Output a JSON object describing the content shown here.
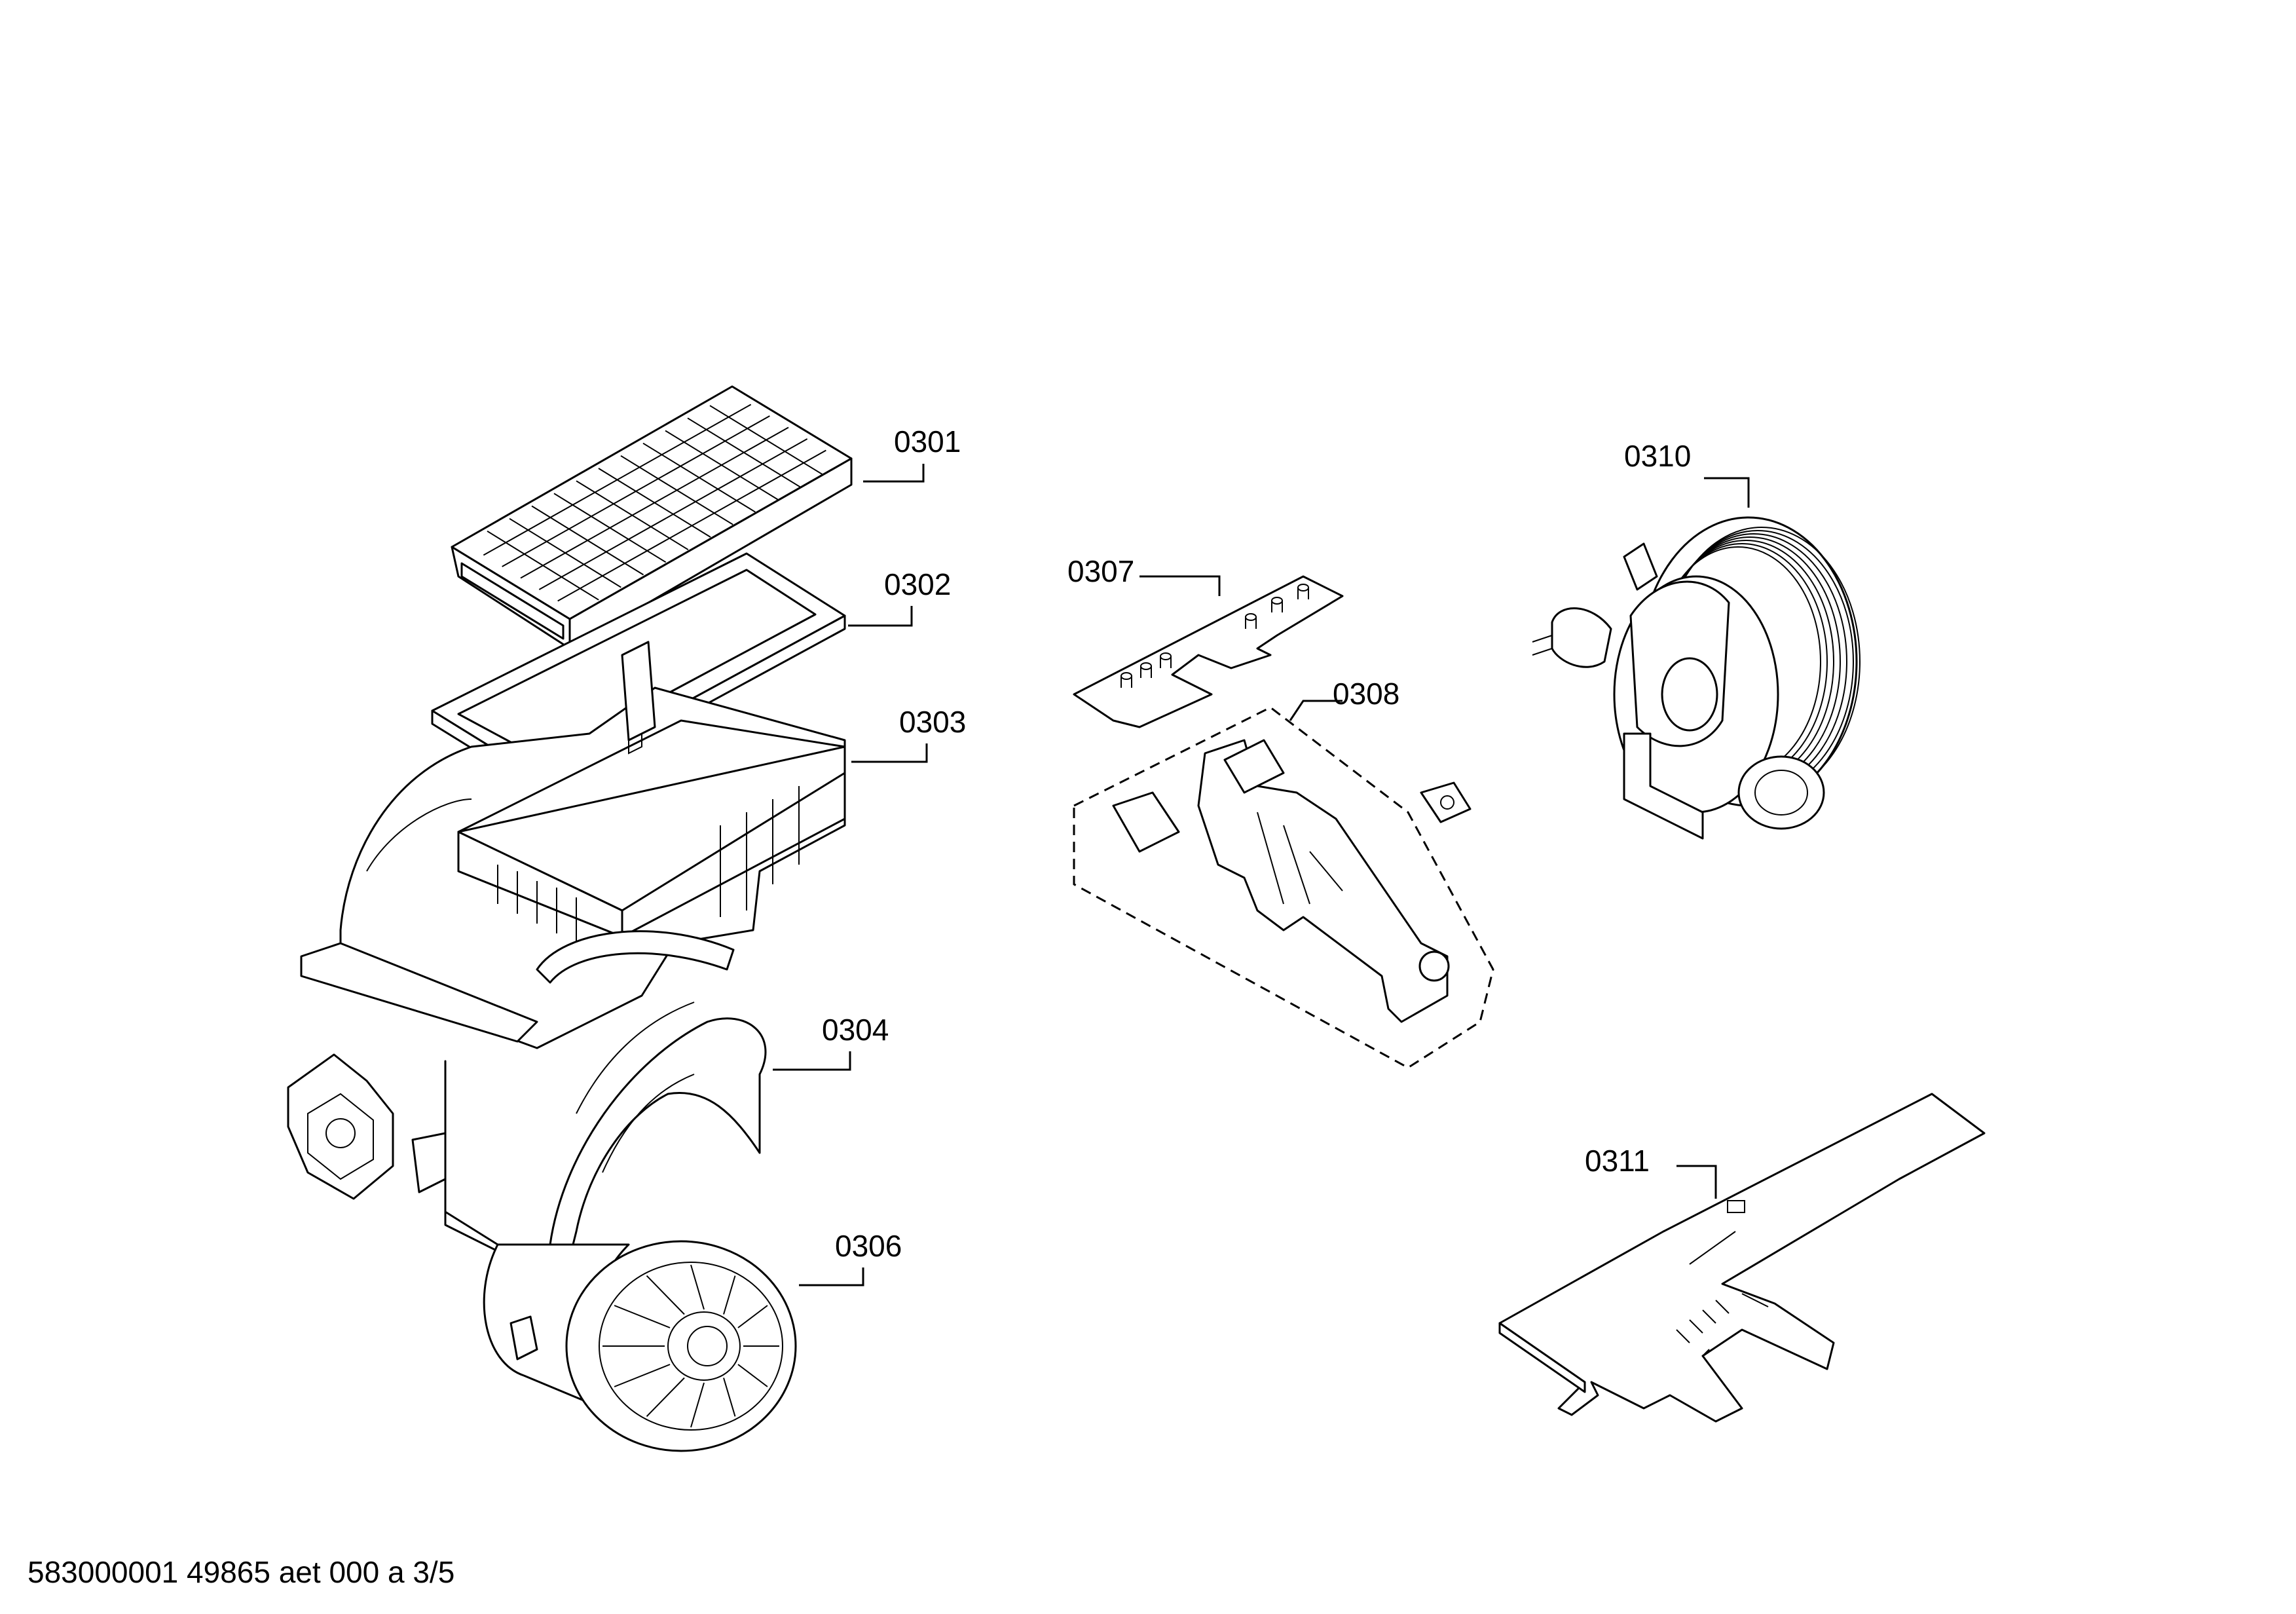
{
  "labels": {
    "p0301": "0301",
    "p0302": "0302",
    "p0303": "0303",
    "p0304": "0304",
    "p0306": "0306",
    "p0307": "0307",
    "p0308": "0308",
    "p0310": "0310",
    "p0311": "0311"
  },
  "footer": "583000001 49865 aet 000 a 3/5"
}
